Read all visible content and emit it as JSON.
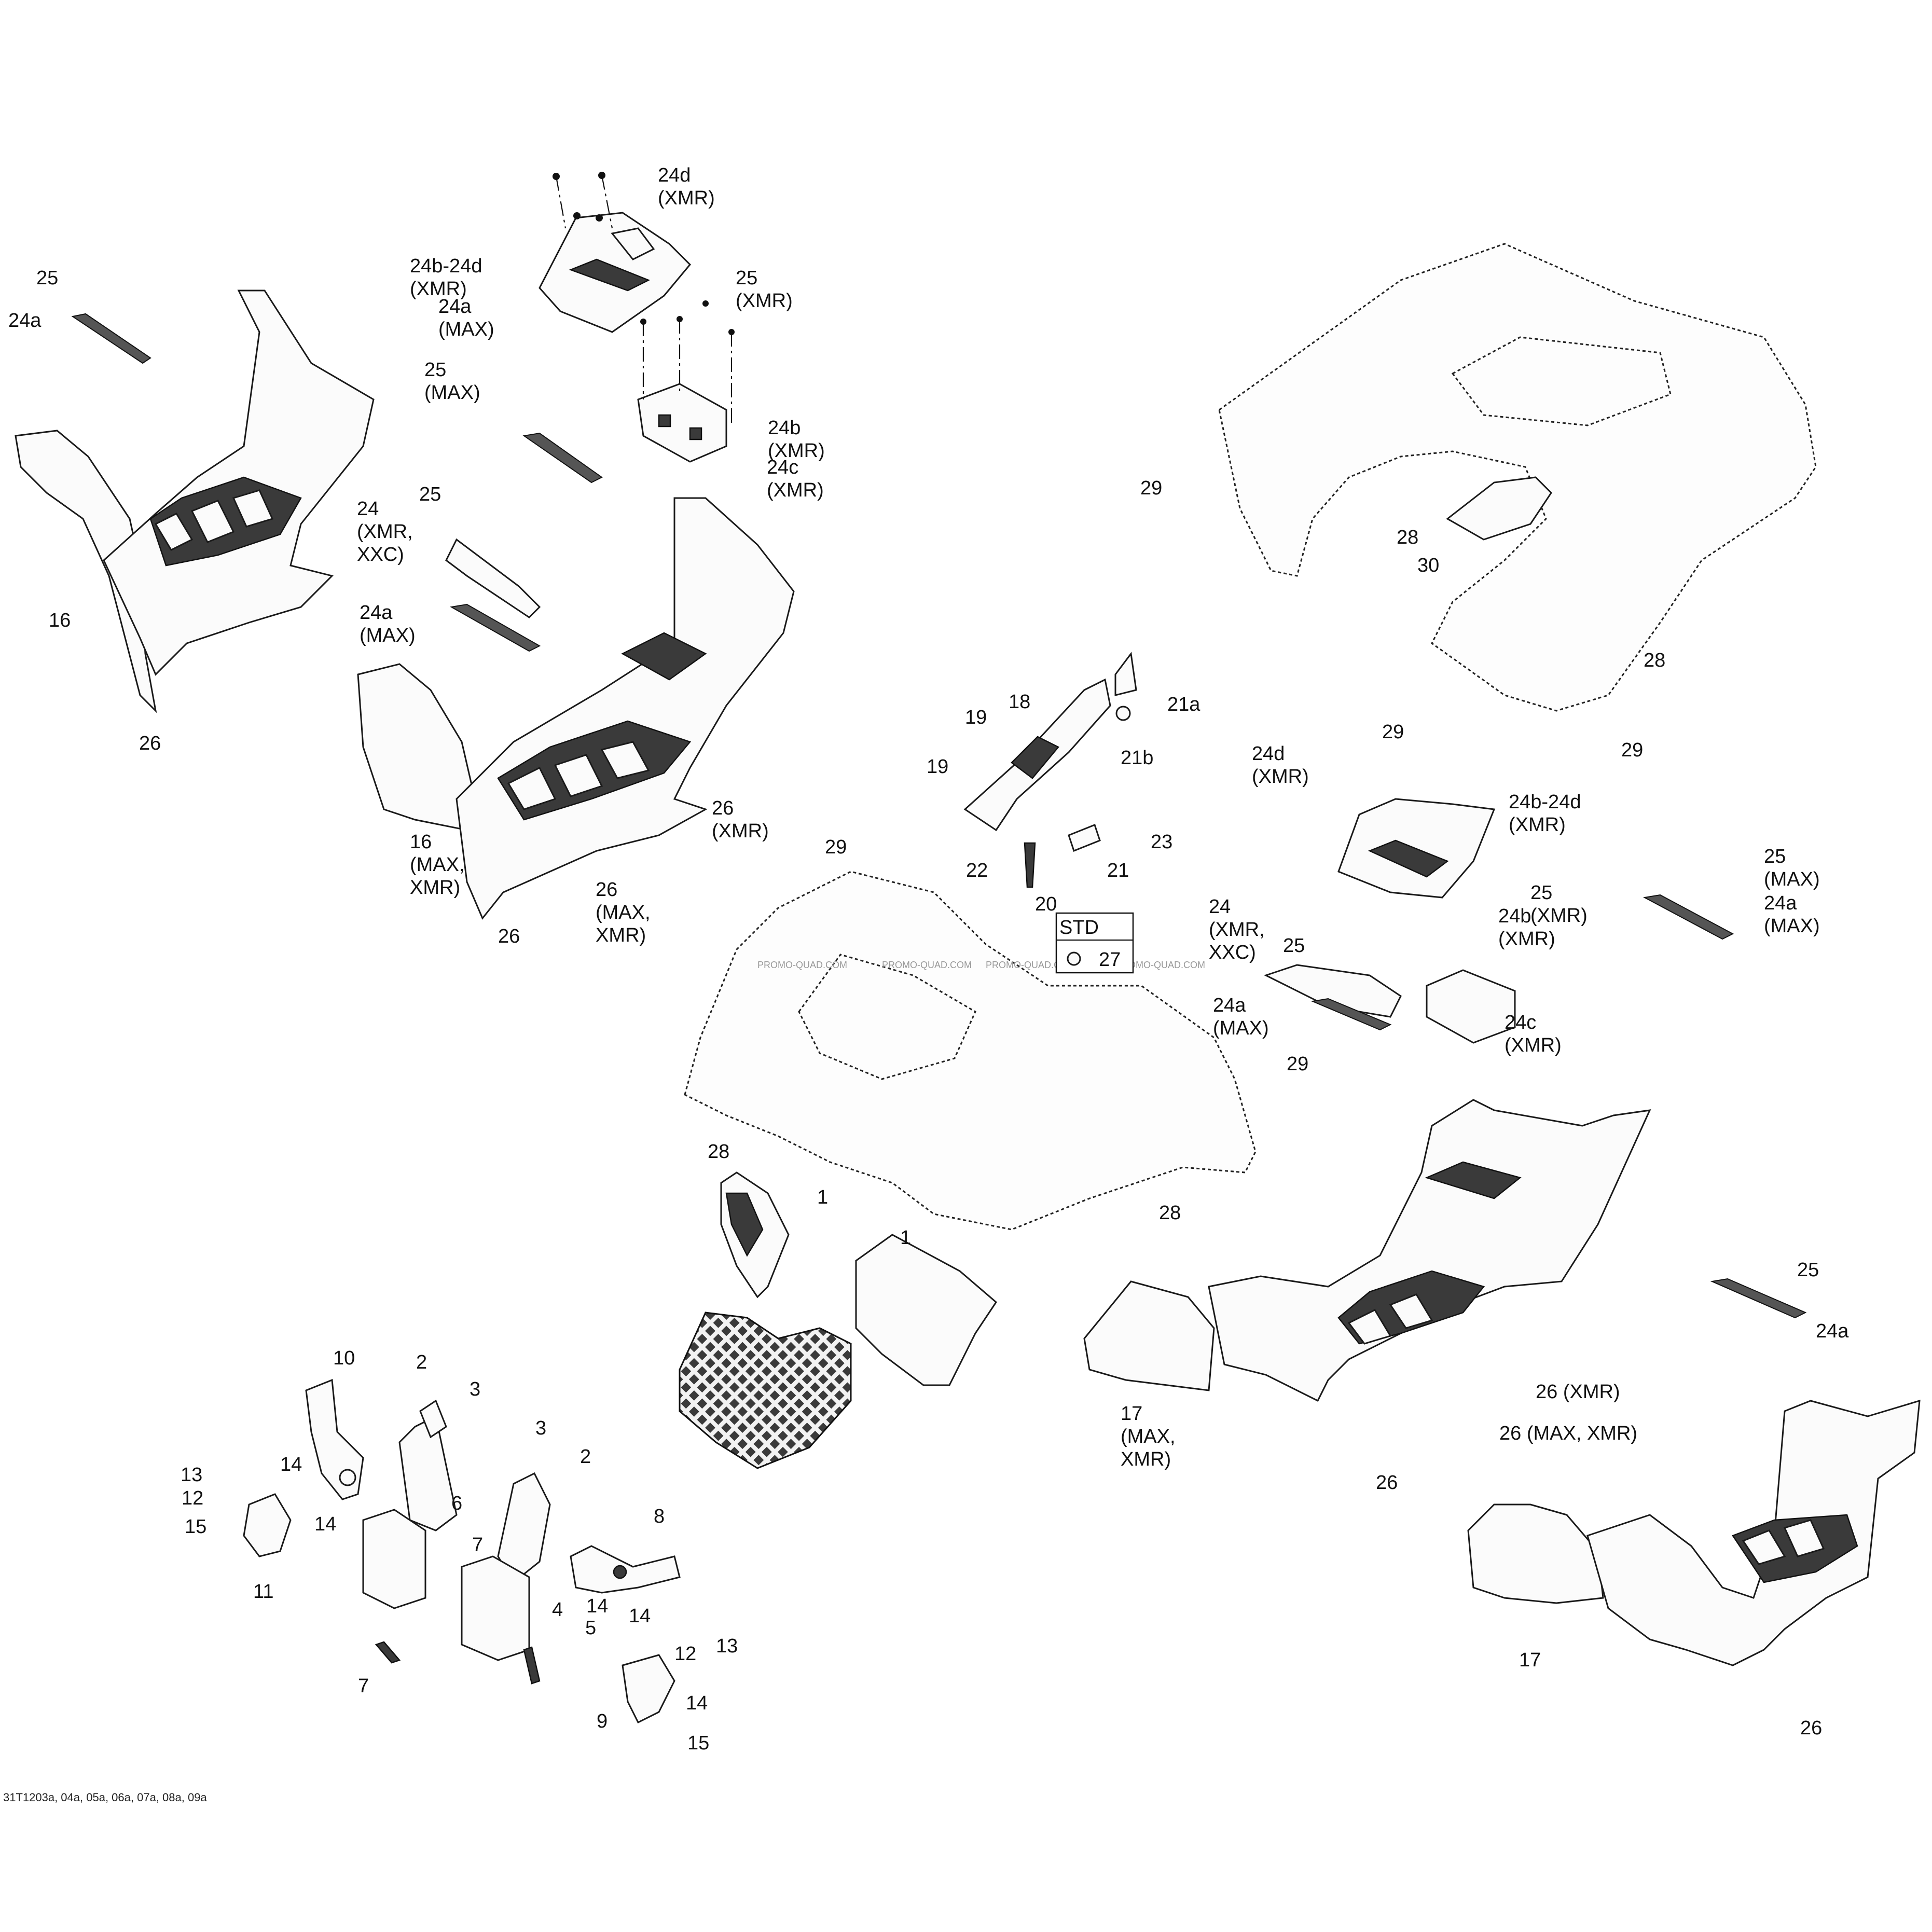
{
  "diagram_code": "31T1203a, 04a, 05a, 06a, 07a, 08a, 09a",
  "watermark": "PROMO-QUAD.COM",
  "std_box": {
    "label": "STD",
    "part": "27"
  },
  "callouts": [
    {
      "id": "c1",
      "text": "1"
    },
    {
      "id": "c1b",
      "text": "1"
    },
    {
      "id": "c2",
      "text": "2"
    },
    {
      "id": "c2b",
      "text": "2"
    },
    {
      "id": "c3",
      "text": "3"
    },
    {
      "id": "c3b",
      "text": "3"
    },
    {
      "id": "c4",
      "text": "4"
    },
    {
      "id": "c5",
      "text": "5"
    },
    {
      "id": "c6",
      "text": "6"
    },
    {
      "id": "c7",
      "text": "7"
    },
    {
      "id": "c7b",
      "text": "7"
    },
    {
      "id": "c8",
      "text": "8"
    },
    {
      "id": "c9",
      "text": "9"
    },
    {
      "id": "c10",
      "text": "10"
    },
    {
      "id": "c11",
      "text": "11"
    },
    {
      "id": "c12",
      "text": "12"
    },
    {
      "id": "c12b",
      "text": "12"
    },
    {
      "id": "c13",
      "text": "13"
    },
    {
      "id": "c13b",
      "text": "13"
    },
    {
      "id": "c14a",
      "text": "14"
    },
    {
      "id": "c14b",
      "text": "14"
    },
    {
      "id": "c14c",
      "text": "14"
    },
    {
      "id": "c14d",
      "text": "14"
    },
    {
      "id": "c14e",
      "text": "14"
    },
    {
      "id": "c15",
      "text": "15"
    },
    {
      "id": "c15b",
      "text": "15"
    },
    {
      "id": "c16",
      "text": "16"
    },
    {
      "id": "c16m",
      "lines": [
        "16",
        "(MAX,",
        "XMR)"
      ]
    },
    {
      "id": "c17",
      "text": "17"
    },
    {
      "id": "c17m",
      "lines": [
        "17",
        "(MAX,",
        "XMR)"
      ]
    },
    {
      "id": "c18",
      "text": "18"
    },
    {
      "id": "c19a",
      "text": "19"
    },
    {
      "id": "c19b",
      "text": "19"
    },
    {
      "id": "c20",
      "text": "20"
    },
    {
      "id": "c21",
      "text": "21"
    },
    {
      "id": "c21a",
      "text": "21a"
    },
    {
      "id": "c21b",
      "text": "21b"
    },
    {
      "id": "c22",
      "text": "22"
    },
    {
      "id": "c23",
      "text": "23"
    },
    {
      "id": "c24l",
      "lines": [
        "24",
        "(XMR,",
        "XXC)"
      ]
    },
    {
      "id": "c24r",
      "lines": [
        "24",
        "(XMR,",
        "XXC)"
      ]
    },
    {
      "id": "c24a1",
      "text": "24a"
    },
    {
      "id": "c24a2",
      "lines": [
        "24a",
        "(MAX)"
      ]
    },
    {
      "id": "c24a3",
      "lines": [
        "24a",
        "(MAX)"
      ]
    },
    {
      "id": "c24a4",
      "lines": [
        "24a",
        "(MAX)"
      ]
    },
    {
      "id": "c24a5",
      "lines": [
        "24a",
        "(MAX)"
      ]
    },
    {
      "id": "c24a6",
      "text": "24a"
    },
    {
      "id": "c24bd1",
      "lines": [
        "24b-24d",
        "(XMR)"
      ]
    },
    {
      "id": "c24bd2",
      "lines": [
        "24b-24d",
        "(XMR)"
      ]
    },
    {
      "id": "c24b1",
      "lines": [
        "24b",
        "(XMR)"
      ]
    },
    {
      "id": "c24b2",
      "lines": [
        "24b",
        "(XMR)"
      ]
    },
    {
      "id": "c24c1",
      "lines": [
        "24c",
        "(XMR)"
      ]
    },
    {
      "id": "c24c2",
      "lines": [
        "24c",
        "(XMR)"
      ]
    },
    {
      "id": "c24d1",
      "lines": [
        "24d",
        "(XMR)"
      ]
    },
    {
      "id": "c24d2",
      "lines": [
        "24d",
        "(XMR)"
      ]
    },
    {
      "id": "c25a",
      "text": "25"
    },
    {
      "id": "c25b",
      "lines": [
        "25",
        "(XMR)"
      ]
    },
    {
      "id": "c25c",
      "lines": [
        "25",
        "(MAX)"
      ]
    },
    {
      "id": "c25d",
      "text": "25"
    },
    {
      "id": "c25e",
      "lines": [
        "25",
        "(MAX)"
      ]
    },
    {
      "id": "c25f",
      "lines": [
        "25",
        "(XMR)"
      ]
    },
    {
      "id": "c25g",
      "text": "25"
    },
    {
      "id": "c25h",
      "text": "25"
    },
    {
      "id": "c26a",
      "text": "26"
    },
    {
      "id": "c26b",
      "lines": [
        "26",
        "(XMR)"
      ]
    },
    {
      "id": "c26c",
      "lines": [
        "26",
        "(MAX,",
        "XMR)"
      ]
    },
    {
      "id": "c26d",
      "text": "26"
    },
    {
      "id": "c26e",
      "text": "26 (XMR)"
    },
    {
      "id": "c26f",
      "text": "26 (MAX, XMR)"
    },
    {
      "id": "c26g",
      "text": "26"
    },
    {
      "id": "c26h",
      "text": "26"
    },
    {
      "id": "c28a",
      "text": "28"
    },
    {
      "id": "c28b",
      "text": "28"
    },
    {
      "id": "c28c",
      "text": "28"
    },
    {
      "id": "c28d",
      "text": "28"
    },
    {
      "id": "c29a",
      "text": "29"
    },
    {
      "id": "c29b",
      "text": "29"
    },
    {
      "id": "c29c",
      "text": "29"
    },
    {
      "id": "c29d",
      "text": "29"
    },
    {
      "id": "c29e",
      "text": "29"
    },
    {
      "id": "c30",
      "text": "30"
    }
  ]
}
